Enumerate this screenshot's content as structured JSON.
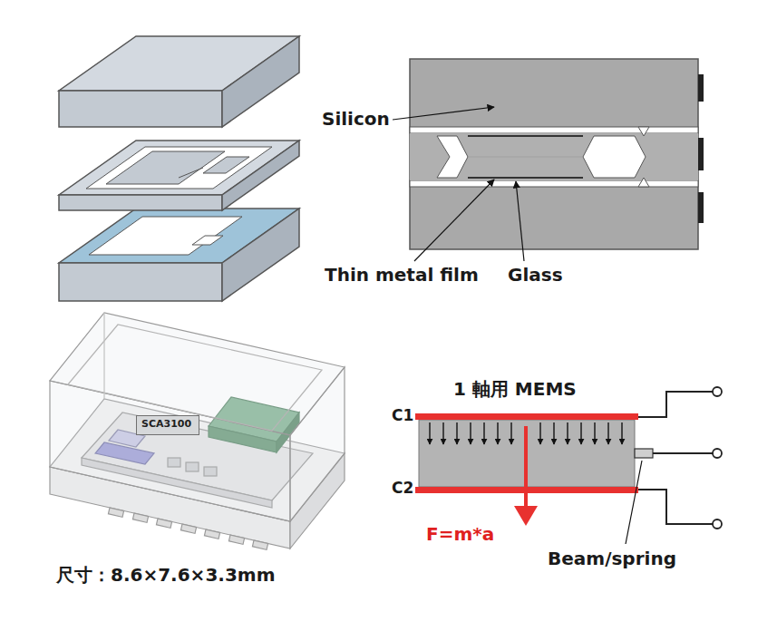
{
  "diagram": {
    "nodes": [
      {
        "text": [
          "SCA3100"
        ]
      }
    ],
    "labels": [
      "Silicon",
      "Thin metal film",
      "Glass",
      "1 軸用 MEMS",
      "C1",
      "C2",
      "F=m*a",
      "Beam/spring",
      "尺寸：8.6×7.6×3.3mm"
    ]
  }
}
